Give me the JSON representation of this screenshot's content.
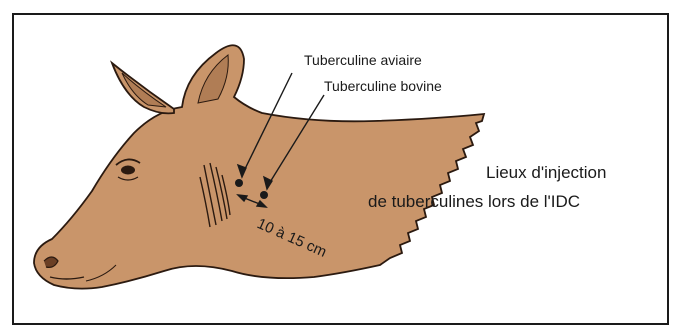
{
  "figure": {
    "labels": {
      "avian": "Tuberculine aviaire",
      "bovine": "Tuberculine bovine",
      "distance": "10 à 15 cm"
    },
    "caption": {
      "line1": "Lieux d'injection",
      "line2": "de tuberculines lors de l'IDC"
    },
    "colors": {
      "cow_fill": "#C9956A",
      "outline": "#2b1a10",
      "ink": "#1a1a1a",
      "frame": "#1a1a1a"
    }
  }
}
